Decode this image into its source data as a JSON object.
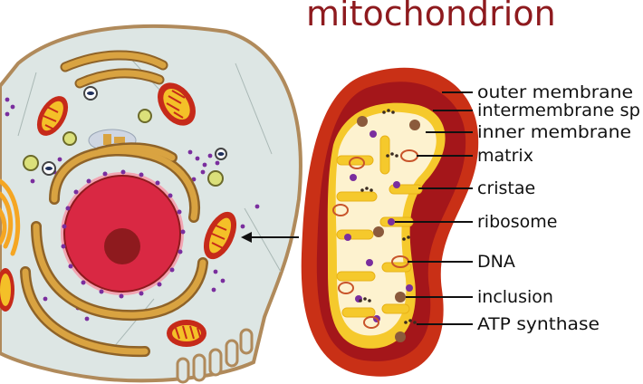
{
  "title": "mitochondrion",
  "labels": [
    {
      "id": "outer-membrane",
      "text": "outer  membrane"
    },
    {
      "id": "intermembrane-space",
      "text": "intermembrane  sp"
    },
    {
      "id": "inner-membrane",
      "text": "inner  membrane"
    },
    {
      "id": "matrix",
      "text": "matrix"
    },
    {
      "id": "cristae",
      "text": "cristae"
    },
    {
      "id": "ribosome",
      "text": "ribosome"
    },
    {
      "id": "dna",
      "text": "DNA"
    },
    {
      "id": "inclusion",
      "text": "inclusion"
    },
    {
      "id": "atp-synthase",
      "text": "ATP synthase"
    }
  ],
  "colors": {
    "title": "#8e1a1e",
    "outer_membrane": "#c93016",
    "intermembrane_space": "#a4161a",
    "inner_membrane": "#f5c92c",
    "matrix": "#fdf2cf",
    "cell_cytoplasm": "#dde6e4",
    "cell_outline": "#b08a5b",
    "nucleus": "#d92843",
    "golgi": "#c98e30",
    "ribosome": "#7a2e9e",
    "dna": "#c8542a",
    "inclusion": "#8b5a3c"
  }
}
